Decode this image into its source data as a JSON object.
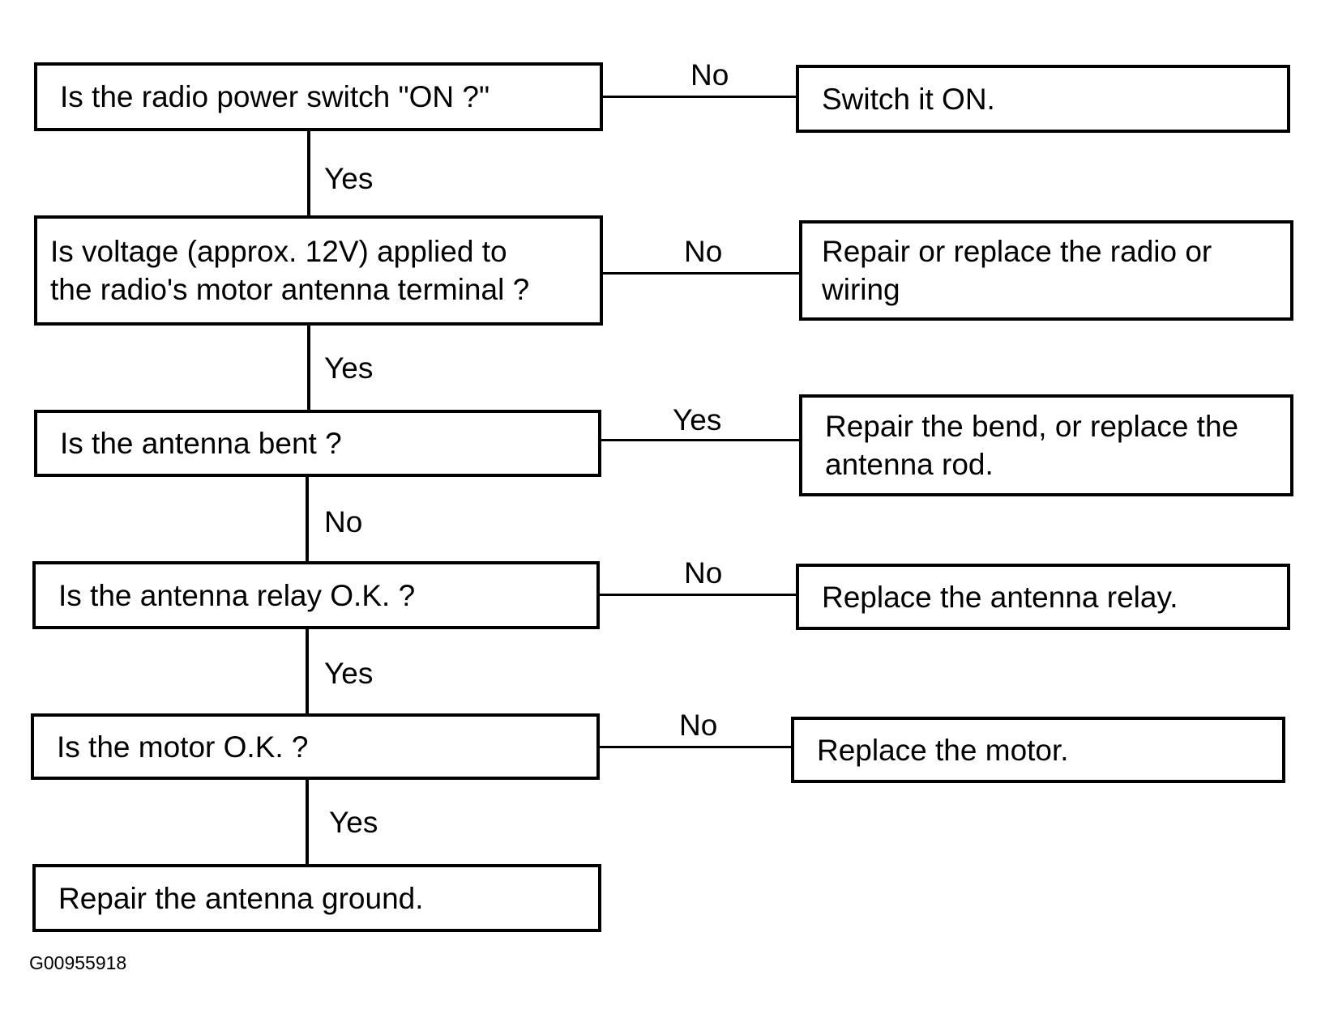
{
  "questions": [
    {
      "lines": [
        "Is the radio power switch \"ON ?\""
      ]
    },
    {
      "lines": [
        "Is voltage (approx. 12V) applied to",
        "the radio's motor antenna terminal ?"
      ]
    },
    {
      "lines": [
        "Is the antenna bent ?"
      ]
    },
    {
      "lines": [
        "Is the antenna relay O.K. ?"
      ]
    },
    {
      "lines": [
        "Is the motor O.K. ?"
      ]
    }
  ],
  "final": {
    "lines": [
      "Repair the antenna ground."
    ]
  },
  "actions": [
    {
      "lines": [
        "Switch it ON."
      ]
    },
    {
      "lines": [
        "Repair or replace the radio or",
        "wiring"
      ]
    },
    {
      "lines": [
        "Repair the bend, or replace the",
        "antenna rod."
      ]
    },
    {
      "lines": [
        "Replace the antenna relay."
      ]
    },
    {
      "lines": [
        "Replace the motor."
      ]
    }
  ],
  "side_labels": [
    "No",
    "No",
    "Yes",
    "No",
    "No"
  ],
  "down_labels": [
    "Yes",
    "Yes",
    "No",
    "Yes",
    "Yes"
  ],
  "figure_code": "G00955918"
}
